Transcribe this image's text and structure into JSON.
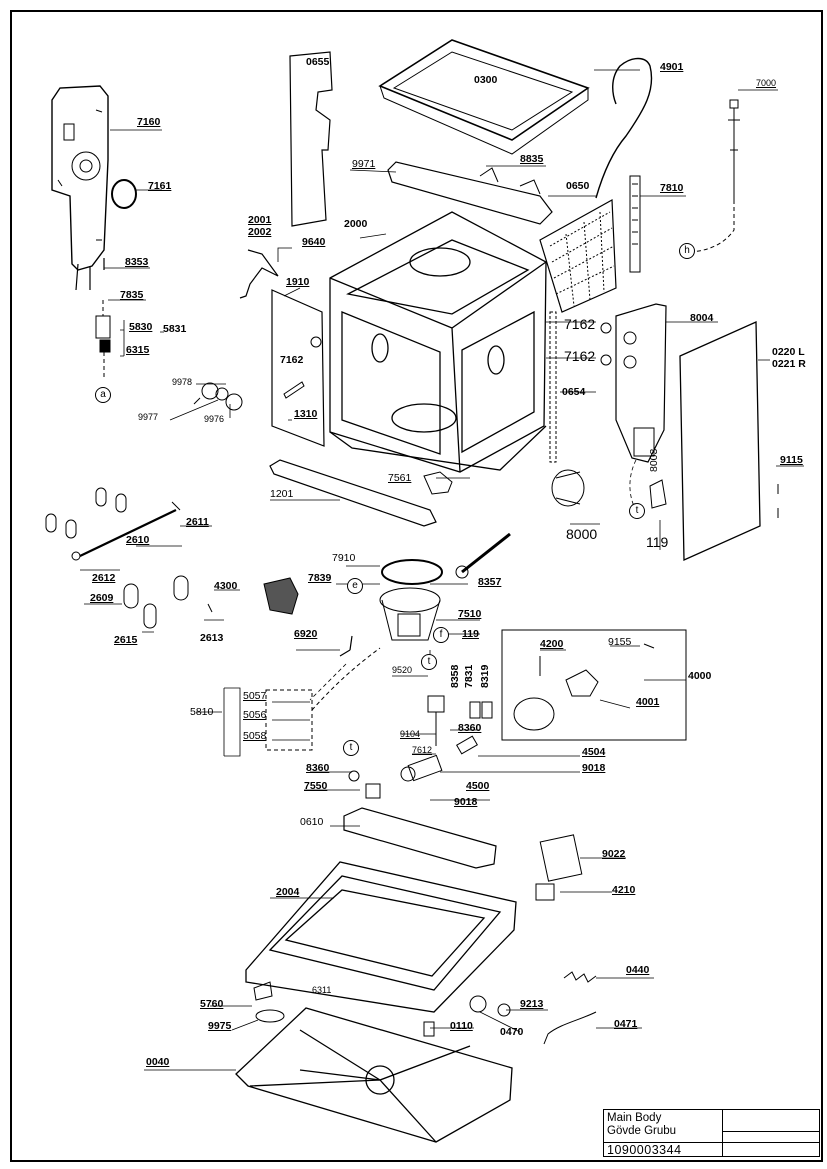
{
  "title_block": {
    "line1": "Main Body",
    "line2": "Gövde Grubu",
    "doc_number": "1090003344"
  },
  "callouts": {
    "a": "a",
    "e": "e",
    "f": "f",
    "h": "h",
    "t1": "t",
    "t2": "t",
    "t3": "t"
  },
  "labels": {
    "p7160": "7160",
    "p7161": "7161",
    "p8353": "8353",
    "p7835": "7835",
    "p5830": "5830",
    "p5831": "5831",
    "p6315": "6315",
    "p9978": "9978",
    "p9977": "9977",
    "p9976": "9976",
    "p0655": "0655",
    "p0300": "0300",
    "p4901": "4901",
    "p7000": "7000",
    "p9971": "9971",
    "p8835": "8835",
    "p0650": "0650",
    "p7810": "7810",
    "p2001": "2001",
    "p2002": "2002",
    "p9640": "9640",
    "p2000": "2000",
    "p1910": "1910",
    "p7162a": "7162",
    "p7162b": "7162",
    "p7162c": "7162",
    "p8004": "8004",
    "p0220": "0220 L",
    "p0221": "0221 R",
    "p1310": "1310",
    "p0654": "0654",
    "p7561": "7561",
    "p1201": "1201",
    "p8000": "8000",
    "p8003": "8003",
    "p119a": "119",
    "p9115": "9115",
    "p2611": "2611",
    "p2610": "2610",
    "p2612": "2612",
    "p2609": "2609",
    "p2615": "2615",
    "p4300": "4300",
    "p2613": "2613",
    "p7910": "7910",
    "p7839": "7839",
    "p8357": "8357",
    "p7510": "7510",
    "p119b": "119",
    "p6920": "6920",
    "p9520": "9520",
    "p8358": "8358",
    "p7831": "7831",
    "p8319": "8319",
    "p4200": "4200",
    "p9155": "9155",
    "p4000": "4000",
    "p4001": "4001",
    "p5810": "5810",
    "p5057": "5057",
    "p5056": "5056",
    "p5058": "5058",
    "p8360a": "8360",
    "p9104": "9104",
    "p7612": "7612",
    "p4504": "4504",
    "p9018a": "9018",
    "p8360b": "8360",
    "p7550": "7550",
    "p4500": "4500",
    "p9018b": "9018",
    "p0610": "0610",
    "p9022": "9022",
    "p2004": "2004",
    "p4210": "4210",
    "p0440": "0440",
    "p6311": "6311",
    "p5760": "5760",
    "p9213": "9213",
    "p9975": "9975",
    "p0110": "0110",
    "p0470": "0470",
    "p0471": "0471",
    "p0040": "0040"
  }
}
